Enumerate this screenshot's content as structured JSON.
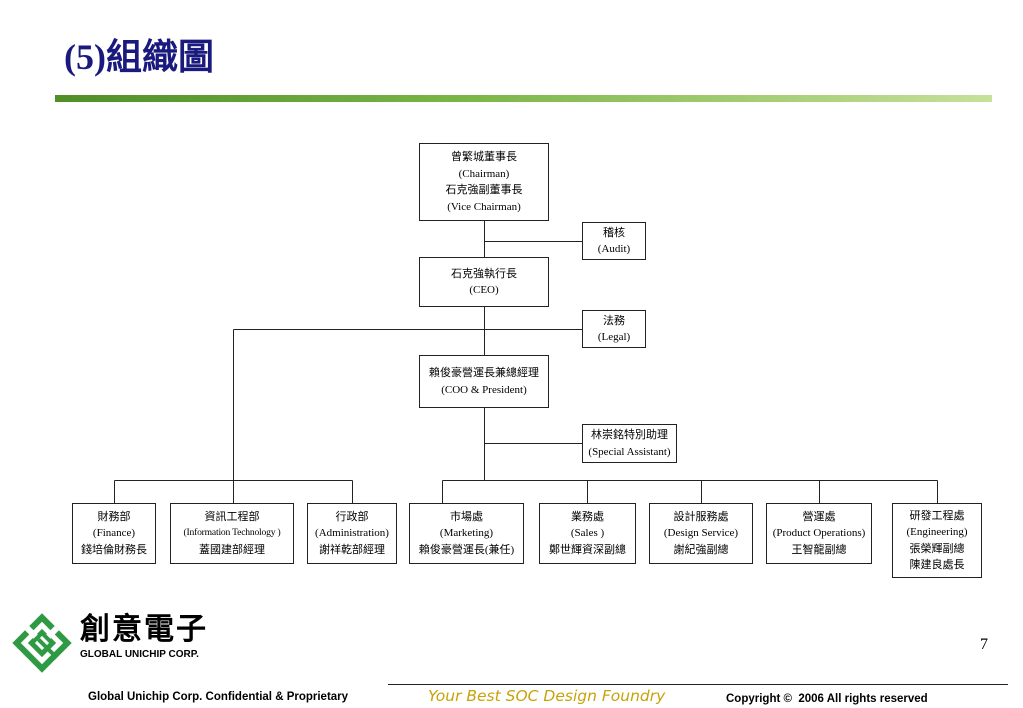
{
  "slide": {
    "title": "(5)組織圖",
    "page_number": "7"
  },
  "org_chart": {
    "chairman": {
      "holder": "曾繁城董事長",
      "role": "(Chairman)",
      "vice_holder": "石克強副董事長",
      "vice_role": "(Vice Chairman)"
    },
    "audit": {
      "unit": "稽核",
      "unit_en": "(Audit)"
    },
    "ceo": {
      "holder": "石克強執行長",
      "role": "(CEO)"
    },
    "legal": {
      "unit": "法務",
      "unit_en": "(Legal)"
    },
    "coo": {
      "holder": "賴俊豪營運長兼總經理",
      "role": "(COO & President)"
    },
    "special_assistant": {
      "holder": "林崇銘特別助理",
      "role": "(Special Assistant)"
    },
    "departments": [
      {
        "unit": "財務部",
        "unit_en": "(Finance)",
        "heads": [
          "錢培倫財務長"
        ]
      },
      {
        "unit": "資訊工程部",
        "unit_en": "(Information Technology )",
        "heads": [
          "蓋國建部經理"
        ]
      },
      {
        "unit": "行政部",
        "unit_en": "(Administration)",
        "heads": [
          "謝祥乾部經理"
        ]
      },
      {
        "unit": "市場處",
        "unit_en": "(Marketing)",
        "heads": [
          "賴俊豪營運長(兼任)"
        ]
      },
      {
        "unit": "業務處",
        "unit_en": "(Sales )",
        "heads": [
          "鄭世輝資深副總"
        ]
      },
      {
        "unit": "設計服務處",
        "unit_en": "(Design Service)",
        "heads": [
          "謝紀強副總"
        ]
      },
      {
        "unit": "營運處",
        "unit_en": "(Product Operations)",
        "heads": [
          "王智龍副總"
        ]
      },
      {
        "unit": "研發工程處",
        "unit_en": "(Engineering)",
        "heads": [
          "張榮輝副總",
          "陳建良處長"
        ]
      }
    ]
  },
  "footer": {
    "logo_icon": "diamond-logo-icon",
    "logo_chinese": "創意電子",
    "logo_english": "GLOBAL UNICHIP CORP.",
    "confidential": "Global Unichip Corp. Confidential & Proprietary",
    "tagline": "Your Best SOC Design Foundry",
    "copyright": "Copyright ©  2006 All rights reserved"
  },
  "colors": {
    "title": "#1a1a7e",
    "rule_start": "#4e8f26",
    "rule_end": "#c6e19a",
    "tagline": "#c9a20a",
    "logo": "#2f9a44"
  }
}
